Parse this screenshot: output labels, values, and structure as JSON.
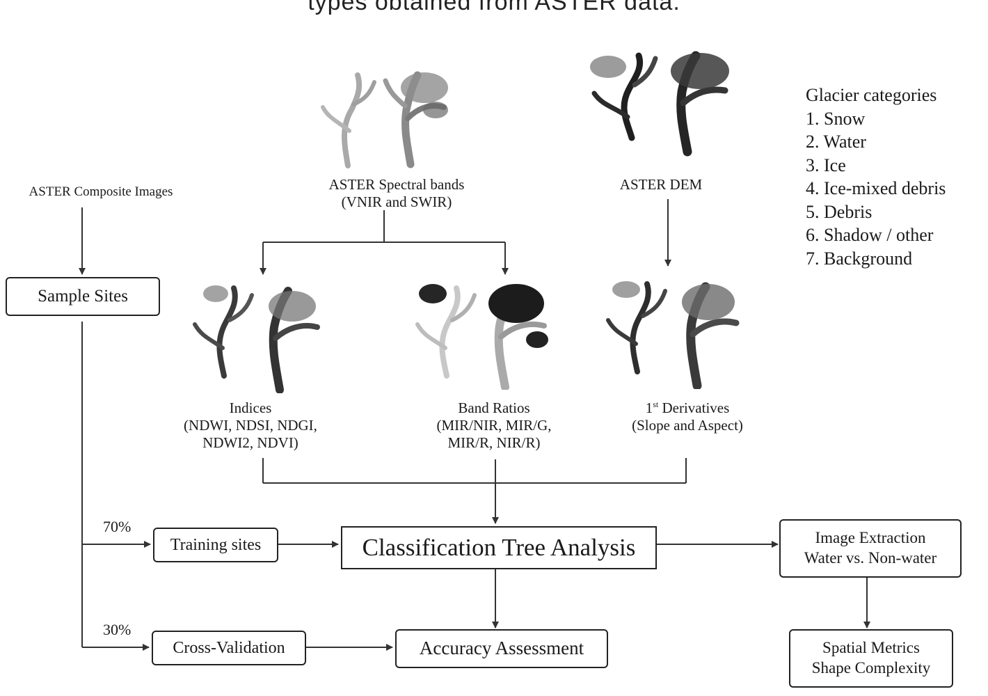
{
  "caption": "types obtained from ASTER data.",
  "legend": {
    "title": "Glacier categories",
    "items": [
      "1. Snow",
      "2. Water",
      "3. Ice",
      "4. Ice-mixed debris",
      "5. Debris",
      "6. Shadow / other",
      "7. Background"
    ]
  },
  "sources": {
    "composite": "ASTER Composite Images",
    "spectral": [
      "ASTER Spectral bands",
      "(VNIR and SWIR)"
    ],
    "dem": "ASTER DEM"
  },
  "derived": {
    "indices": [
      "Indices",
      "(NDWI, NDSI, NDGI,",
      "NDWI2, NDVI)"
    ],
    "ratios": [
      "Band Ratios",
      "(MIR/NIR, MIR/G,",
      "MIR/R, NIR/R)"
    ],
    "derivatives_sup": "st",
    "derivatives": [
      "1",
      " Derivatives",
      "(Slope and Aspect)"
    ]
  },
  "boxes": {
    "sample_sites": "Sample Sites",
    "training": "Training sites",
    "cross_validation": "Cross-Validation",
    "cta": "Classification Tree Analysis",
    "accuracy": "Accuracy Assessment",
    "extraction": [
      "Image Extraction",
      "Water vs. Non-water"
    ],
    "metrics": [
      "Spatial Metrics",
      "Shape Complexity"
    ]
  },
  "splits": {
    "training_pct": "70%",
    "validation_pct": "30%"
  },
  "colors": {
    "line": "#333333",
    "glacier_light": "#bdbdbd",
    "glacier_mid": "#777777",
    "glacier_dark": "#2a2a2a"
  }
}
